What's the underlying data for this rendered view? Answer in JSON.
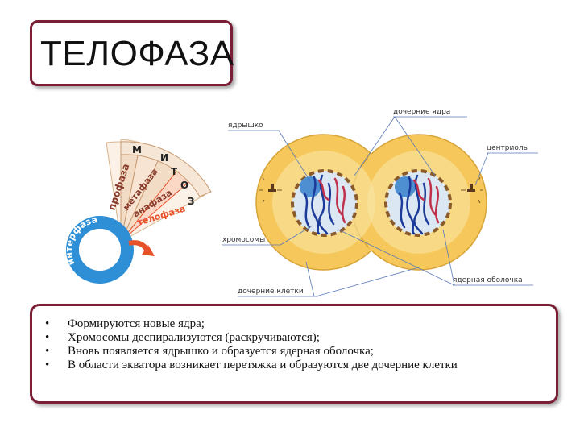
{
  "title": "ТЕЛОФАЗА",
  "wheel": {
    "mitosis_letters": [
      "М",
      "И",
      "Т",
      "О",
      "З"
    ],
    "phases": [
      "профаза",
      "метафаза",
      "анафаза",
      "телофаза"
    ],
    "interphase": "интерфаза"
  },
  "labels": {
    "nucleolus": "ядрышко",
    "daughter_nuclei": "дочерние ядра",
    "centriole": "центриоль",
    "chromosomes": "хромосомы",
    "daughter_cells": "дочерние клетки",
    "nuclear_envelope": "ядерная оболочка"
  },
  "bullets": [
    "Формируются новые ядра;",
    "Хромосомы деспирализуются (раскручиваются);",
    "Вновь появляется ядрышко и образуется ядерная оболочка;",
    "В области экватора возникает перетяжка и образуются две дочерние клетки"
  ],
  "colors": {
    "frame": "#7a1e35",
    "cytoplasm": "#f6c75a",
    "nucleus": "#dbe7f3",
    "nucleolus": "#4d8fd0",
    "interphase_ring": "#2f8fd6",
    "telophase": "#e8502a",
    "chromosome_blue": "#1c3a9a",
    "chromosome_red": "#c0304a"
  }
}
